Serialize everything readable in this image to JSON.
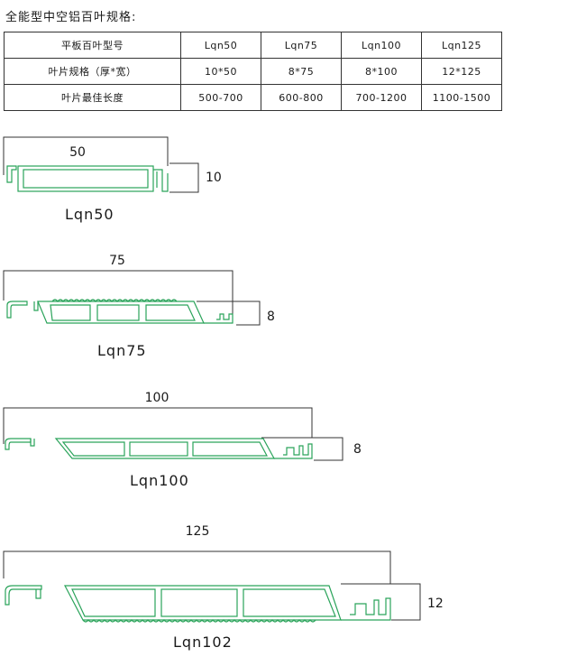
{
  "title": "全能型中空铝百叶规格:",
  "table": {
    "headers": [
      "平板百叶型号",
      "Lqn50",
      "Lqn75",
      "Lqn100",
      "Lqn125"
    ],
    "rows": [
      [
        "叶片规格（厚*宽）",
        "10*50",
        "8*75",
        "8*100",
        "12*125"
      ],
      [
        "叶片最佳长度",
        "500-700",
        "600-800",
        "700-1200",
        "1100-1500"
      ]
    ]
  },
  "profiles": [
    {
      "name": "Lqn50",
      "width_label": "50",
      "height_label": "10"
    },
    {
      "name": "Lqn75",
      "width_label": "75",
      "height_label": "8"
    },
    {
      "name": "Lqn100",
      "width_label": "100",
      "height_label": "8"
    },
    {
      "name": "Lqn102",
      "width_label": "125",
      "height_label": "12"
    }
  ],
  "colors": {
    "profile_stroke": "#2aa35a",
    "text": "#1a1a1a",
    "border": "#333333"
  }
}
